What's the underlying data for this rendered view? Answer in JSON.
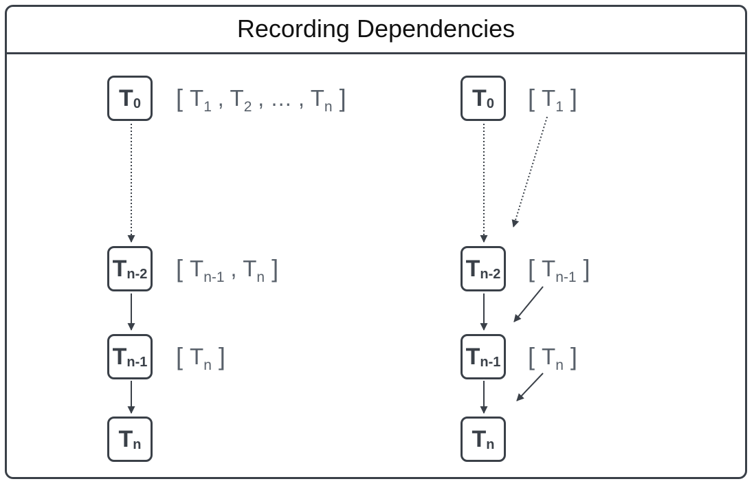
{
  "title": "Recording Dependencies",
  "colors": {
    "stroke": "#3a4048",
    "text": "#58606a"
  },
  "left": {
    "nodes": [
      {
        "base": "T",
        "sub": "0"
      },
      {
        "base": "T",
        "sub": "n-2"
      },
      {
        "base": "T",
        "sub": "n-1"
      },
      {
        "base": "T",
        "sub": "n"
      }
    ],
    "lists": [
      [
        "1",
        "2",
        "…",
        "n"
      ],
      [
        "n-1",
        "n"
      ],
      [
        "n"
      ]
    ]
  },
  "right": {
    "nodes": [
      {
        "base": "T",
        "sub": "0"
      },
      {
        "base": "T",
        "sub": "n-2"
      },
      {
        "base": "T",
        "sub": "n-1"
      },
      {
        "base": "T",
        "sub": "n"
      }
    ],
    "lists": [
      [
        "1"
      ],
      [
        "n-1"
      ],
      [
        "n"
      ]
    ]
  }
}
